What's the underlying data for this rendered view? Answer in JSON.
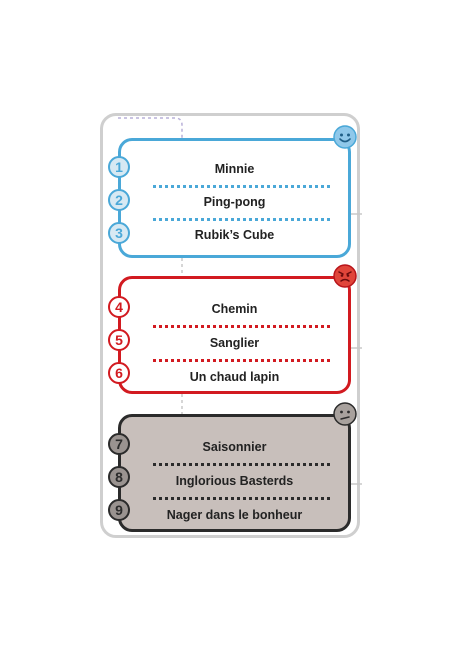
{
  "sections": [
    {
      "color": "#4aa8d8",
      "mood_icon": "happy-face-icon",
      "items": [
        {
          "number": "1",
          "label": "Minnie"
        },
        {
          "number": "2",
          "label": "Ping-pong"
        },
        {
          "number": "3",
          "label": "Rubik’s Cube"
        }
      ]
    },
    {
      "color": "#d21a20",
      "mood_icon": "angry-face-icon",
      "items": [
        {
          "number": "4",
          "label": "Chemin"
        },
        {
          "number": "5",
          "label": "Sanglier"
        },
        {
          "number": "6",
          "label": "Un chaud lapin"
        }
      ]
    },
    {
      "color": "#2b2b2b",
      "mood_icon": "sad-face-icon",
      "items": [
        {
          "number": "7",
          "label": "Saisonnier"
        },
        {
          "number": "8",
          "label": "Inglorious Basterds"
        },
        {
          "number": "9",
          "label": "Nager dans le bonheur"
        }
      ]
    }
  ]
}
